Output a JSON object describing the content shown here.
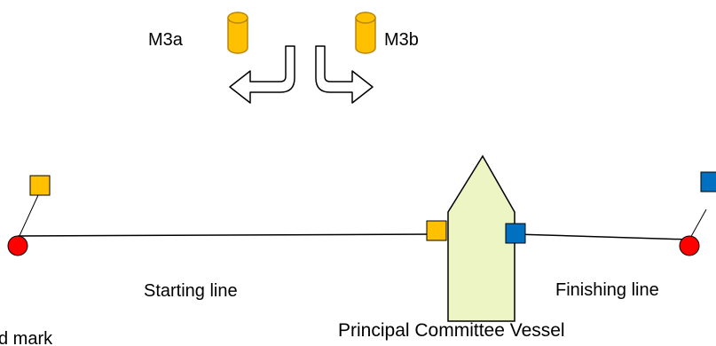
{
  "labels": {
    "mark_a": "M3a",
    "mark_b": "M3b",
    "starting_line": "Starting line",
    "finishing_line": "Finishing line",
    "vessel": "Principal Committee Vessel",
    "end_mark": "d mark"
  },
  "colors": {
    "buoy_fill": "#FFC000",
    "buoy_stroke": "#B8860B",
    "yellow_flag": "#FFC000",
    "blue_flag": "#0070C0",
    "mark_red": "#FF0000",
    "vessel_fill": "#EEF5C4",
    "line": "#000000"
  }
}
